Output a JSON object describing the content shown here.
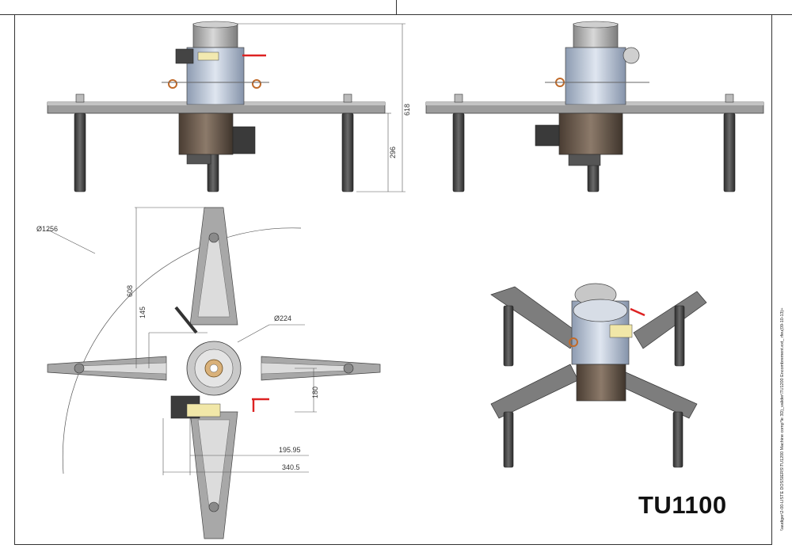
{
  "title": "TU1100",
  "file_path": "\\\\audiger\\2-00-LISTE DOSSIERS\\TU1200 Machine comp*le 3D)_valider\\TU1200 Encombrement.ext_ rfeu(09-10-13)+",
  "dimensions": {
    "height_total": "618",
    "height_support": "296",
    "diameter_sweep": "Ø1256",
    "arm_length": "608",
    "offset": "145",
    "diameter_bore": "Ø224",
    "offset_180": "180",
    "width_195": "195.95",
    "width_340": "340.5"
  }
}
